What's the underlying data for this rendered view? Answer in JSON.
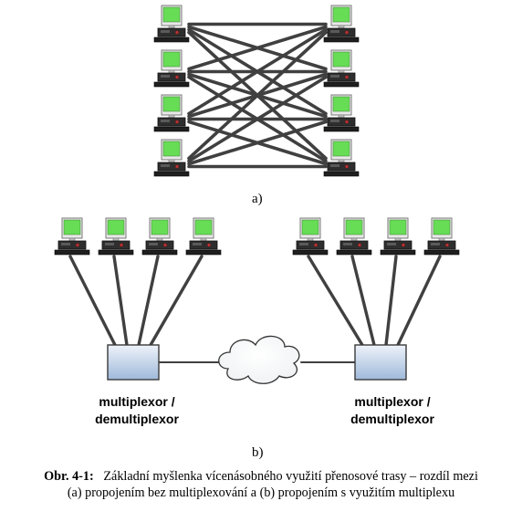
{
  "labels": {
    "part_a": "a)",
    "part_b": "b)"
  },
  "mux": {
    "left": {
      "line1": "multiplexor /",
      "line2": "demultiplexor"
    },
    "right": {
      "line1": "multiplexor /",
      "line2": "demultiplexor"
    }
  },
  "caption": {
    "label": "Obr. 4-1:",
    "line1": "Základní myšlenka vícenásobného využití přenosové trasy – rozdíl mezi",
    "line2": "(a) propojením bez multiplexování a (b) propojením s využitím multiplexu"
  },
  "colors": {
    "screen": "#66dd55",
    "cable": "#404040",
    "mux_box_top": "#e6eef8",
    "mux_box_bottom": "#9bb6d8"
  }
}
